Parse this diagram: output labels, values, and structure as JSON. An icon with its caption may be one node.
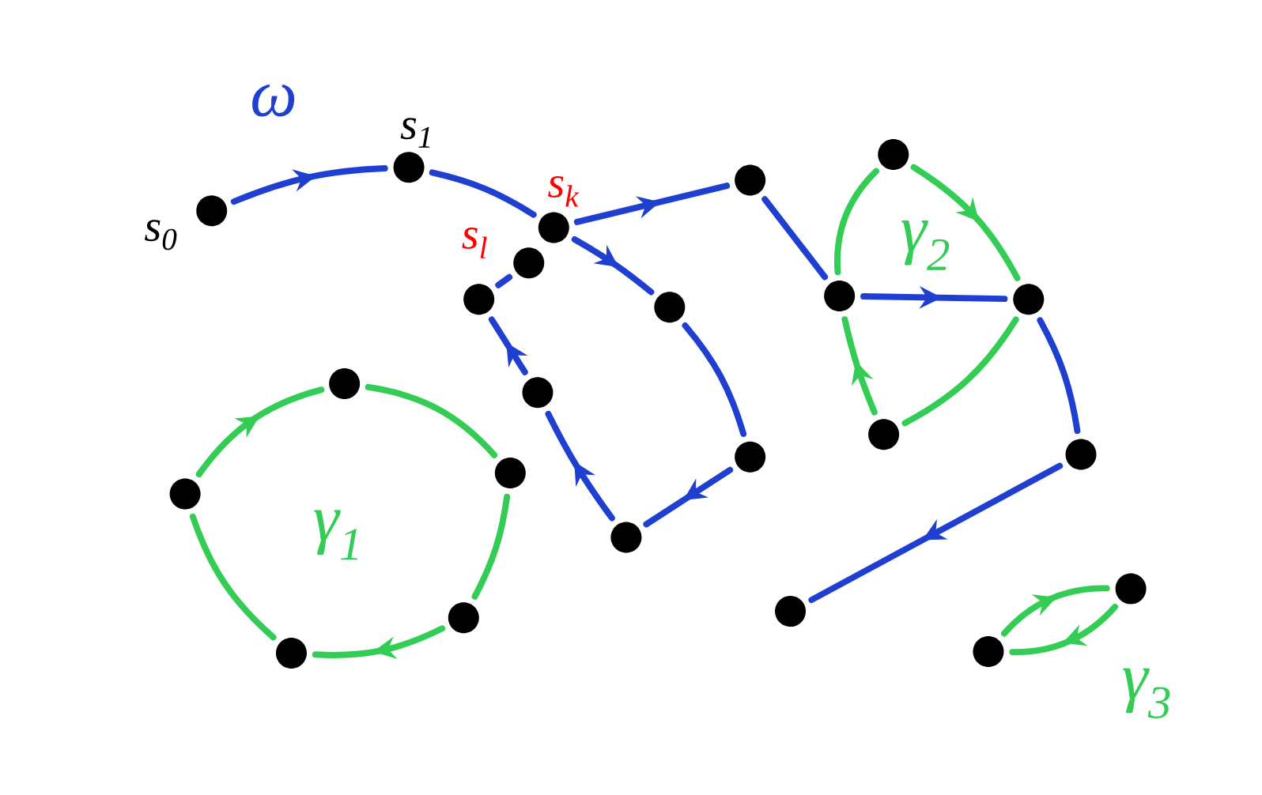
{
  "diagram": {
    "nodes": [
      {
        "text": [],
        "shape": "circle",
        "beside": [
          "s$_{0}$"
        ]
      },
      {
        "text": [],
        "shape": "circle",
        "beside": [
          "s$_{1}$"
        ]
      },
      {
        "text": [],
        "shape": "circle",
        "beside": [
          "s$_{k}$"
        ]
      },
      {
        "text": [],
        "shape": "circle",
        "beside": [
          "s$_{l}$"
        ]
      },
      {
        "text": [],
        "shape": "circle"
      },
      {
        "text": [],
        "shape": "circle"
      },
      {
        "text": [],
        "shape": "circle"
      },
      {
        "text": [],
        "shape": "circle"
      },
      {
        "text": [],
        "shape": "circle"
      },
      {
        "text": [],
        "shape": "circle"
      },
      {
        "text": [],
        "shape": "circle"
      },
      {
        "text": [],
        "shape": "circle"
      },
      {
        "text": [],
        "shape": "circle"
      },
      {
        "text": [],
        "shape": "circle"
      },
      {
        "text": [],
        "shape": "circle"
      },
      {
        "text": [],
        "shape": "circle"
      },
      {
        "text": [],
        "shape": "circle"
      },
      {
        "text": [],
        "shape": "circle"
      },
      {
        "text": [],
        "shape": "circle"
      },
      {
        "text": [],
        "shape": "circle"
      },
      {
        "text": [],
        "shape": "circle"
      },
      {
        "text": [],
        "shape": "circle"
      },
      {
        "text": [],
        "shape": "circle"
      }
    ],
    "edges": [
      {
        "from": 0,
        "to": 1,
        "arrow": "to"
      },
      {
        "from": 1,
        "to": 2,
        "arrow": "none"
      },
      {
        "from": 2,
        "to": 8,
        "arrow": "to"
      },
      {
        "from": 8,
        "to": 7,
        "arrow": "none"
      },
      {
        "from": 7,
        "to": 6,
        "arrow": "to"
      },
      {
        "from": 6,
        "to": 5,
        "arrow": "to"
      },
      {
        "from": 5,
        "to": 4,
        "arrow": "to"
      },
      {
        "from": 4,
        "to": 3,
        "arrow": "none"
      },
      {
        "from": 2,
        "to": 9,
        "arrow": "to"
      },
      {
        "from": 9,
        "to": 10,
        "arrow": "none"
      },
      {
        "from": 10,
        "to": 11,
        "arrow": "to"
      },
      {
        "from": 11,
        "to": 12,
        "arrow": "none"
      },
      {
        "from": 12,
        "to": 13,
        "arrow": "to"
      },
      {
        "from": 14,
        "to": 11,
        "arrow": "to",
        "color": "#33cc55"
      },
      {
        "from": 10,
        "to": 14,
        "arrow": "none",
        "color": "#33cc55"
      },
      {
        "from": 15,
        "to": 10,
        "arrow": "to",
        "color": "#33cc55"
      },
      {
        "from": 11,
        "to": 15,
        "arrow": "none",
        "color": "#33cc55"
      },
      {
        "from": 20,
        "to": 16,
        "arrow": "to",
        "color": "#33cc55"
      },
      {
        "from": 16,
        "to": 17,
        "arrow": "none",
        "color": "#33cc55"
      },
      {
        "from": 17,
        "to": 18,
        "arrow": "none",
        "color": "#33cc55"
      },
      {
        "from": 18,
        "to": 19,
        "arrow": "to",
        "color": "#33cc55"
      },
      {
        "from": 19,
        "to": 20,
        "arrow": "none",
        "color": "#33cc55"
      },
      {
        "from": 22,
        "to": 21,
        "arrow": "to",
        "color": "#33cc55"
      },
      {
        "from": 21,
        "to": 22,
        "arrow": "to",
        "color": "#33cc55"
      }
    ],
    "labels": [
      "ω",
      "γ$_{1}$",
      "γ$_{2}$",
      "γ$_{3}$"
    ]
  }
}
